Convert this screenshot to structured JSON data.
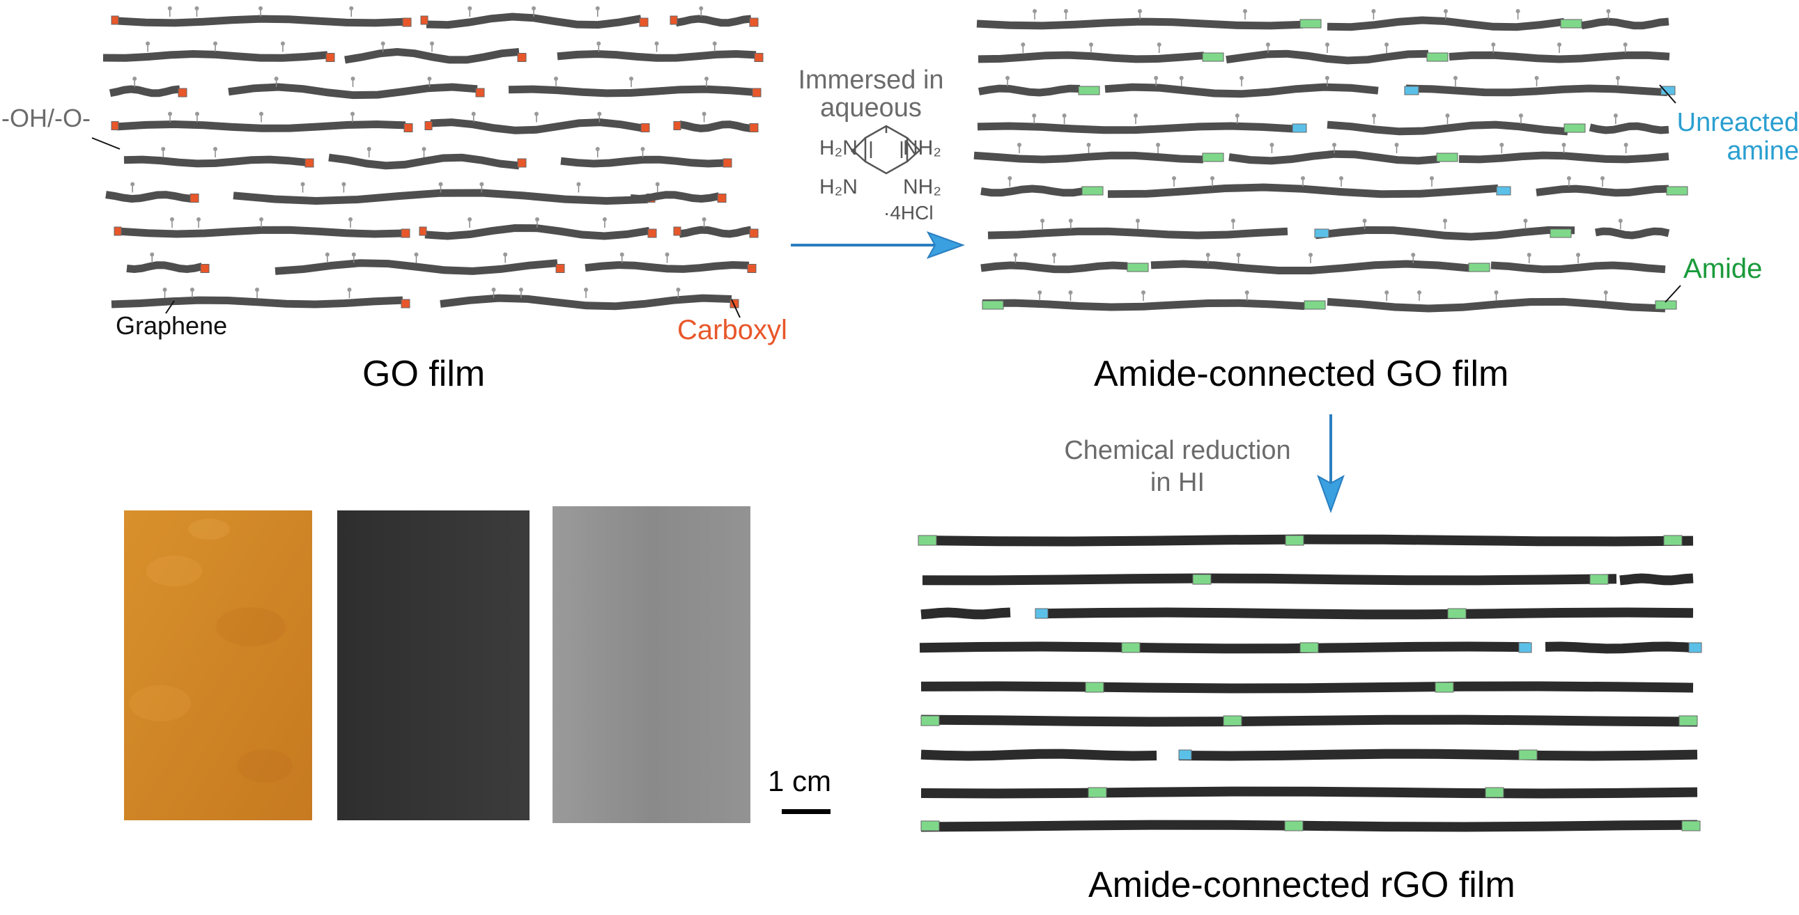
{
  "labels": {
    "oh": "-OH/-O-",
    "graphene": "Graphene",
    "carboxyl": "Carboxyl",
    "go_film": "GO film",
    "immersed_line1": "Immersed in",
    "immersed_line2": "aqueous",
    "unreacted_line1": "Unreacted",
    "unreacted_line2": "amine",
    "amide": "Amide",
    "amide_go_film": "Amide-connected GO film",
    "reduction_line1": "Chemical reduction",
    "reduction_line2": "in HI",
    "scale": "1 cm",
    "amide_rgo_film": "Amide-connected rGO film"
  },
  "reagent": {
    "nh2_tl": "H₂N",
    "nh2_tr": "NH₂",
    "nh2_bl": "H₂N",
    "nh2_br": "NH₂",
    "salt": "·4HCl"
  },
  "colors": {
    "sheet": "#555555",
    "carboxyl": "#e8572a",
    "amide": "#7fd88a",
    "unreacted_amine": "#5bc0e8",
    "arrow": "#2a7fc0",
    "amide_text": "#1a9a3a",
    "amine_text": "#2a9fd0",
    "carboxyl_text": "#e8572a",
    "go_photo": "#d48a2a",
    "amide_go_photo": "#333333",
    "rgo_photo": "#8e8e8e"
  },
  "icons": {
    "process_arrows": "arrow-icon",
    "reagent": "benzenetetramine-structure-icon"
  }
}
